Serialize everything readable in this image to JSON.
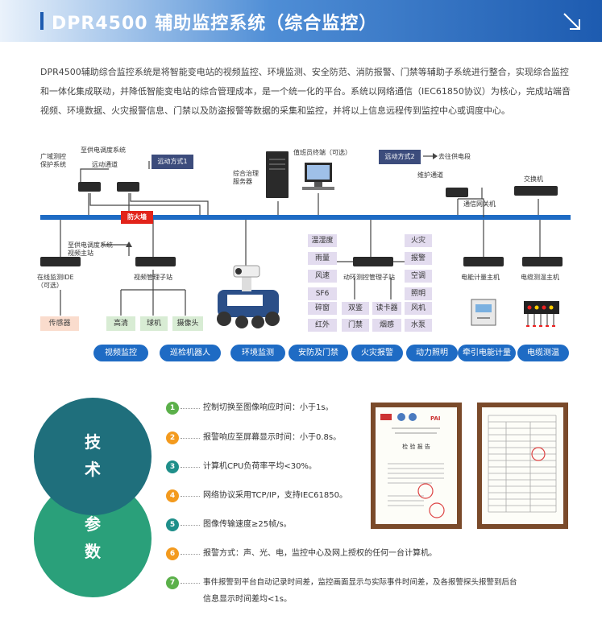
{
  "header": {
    "title": "DPR4500  辅助监控系统（综合监控）"
  },
  "intro": "DPR4500辅助综合监控系统是将智能变电站的视频监控、环境监测、安全防范、消防报警、门禁等辅助子系统进行整合，实现综合监控和一体化集成联动，并降低智能变电站的综合管理成本，是一个统一化的平台。系统以网络通信（IEC61850协议）为核心，完成站端音视频、环境数据、火灾报警信息、门禁以及防盗报警等数据的采集和监控，并将以上信息远程传到监控中心或调度中心。",
  "diagram": {
    "protection": "广域测控\n保护系统",
    "to_dispatch_top": "至供电调度系统",
    "remote_channel": "远动通道",
    "remote_mode_1": "远动方式1",
    "remote_mode_2": "远动方式2",
    "server": "综合治理\n服务器",
    "terminal": "值班员终端（可选）",
    "to_supply": "去往供电段",
    "maint_channel": "维护通道",
    "switch": "交换机",
    "gateway": "通信网关机",
    "firewall": "防火墙",
    "to_dispatch_video": "至供电调度系统\n视频主站",
    "online_ide": "在线监测IDE\n（可选）",
    "sensor": "传感器",
    "video_sub": "视频管理子站",
    "cameras": [
      "高清",
      "球机",
      "摄像头"
    ],
    "env_sub": "动环测控管理子站",
    "env_left": [
      "温湿度",
      "雨量",
      "风速",
      "SF6",
      "碎窗",
      "红外"
    ],
    "env_mid": [
      "双鉴",
      "门禁"
    ],
    "env_mid2": [
      "读卡器",
      "烟感"
    ],
    "env_right": [
      "火灾",
      "报警",
      "空调",
      "照明",
      "风机",
      "水泵"
    ],
    "energy_host": "电能计量主机",
    "cable_host": "电缆测温主机"
  },
  "categories": [
    "视频监控",
    "巡检机器人",
    "环境监测",
    "安防及门禁",
    "火灾报警",
    "动力照明",
    "牵引电能计量",
    "电缆测温"
  ],
  "params": {
    "circle_top": [
      "技",
      "术"
    ],
    "circle_bottom": [
      "参",
      "数"
    ],
    "items": [
      {
        "n": "1",
        "text": "控制切换至图像响应时间：小于1s。"
      },
      {
        "n": "2",
        "text": "报警响应至屏幕显示时间：小于0.8s。"
      },
      {
        "n": "3",
        "text": "计算机CPU负荷率平均<30%。"
      },
      {
        "n": "4",
        "text": "网络协议采用TCP/IP，支持IEC61850。"
      },
      {
        "n": "5",
        "text": "图像传输速度≥25帧/s。"
      },
      {
        "n": "6",
        "text": "报警方式：声、光、电，监控中心及网上授权的任何一台计算机。"
      },
      {
        "n": "7",
        "text": "事件报警到平台自动记录时间差，监控画面显示与实际事件时间差，及各报警探头报警到后台"
      },
      {
        "n": "",
        "text": "信息显示时间差均<1s。"
      }
    ]
  },
  "certs": {
    "title": "检 验 报 告"
  },
  "colors": {
    "blue": "#1e6bc4",
    "teal": "#1f6f7c",
    "green": "#2aa07a",
    "orange": "#f39a1e",
    "num_green": "#5bb04a"
  }
}
